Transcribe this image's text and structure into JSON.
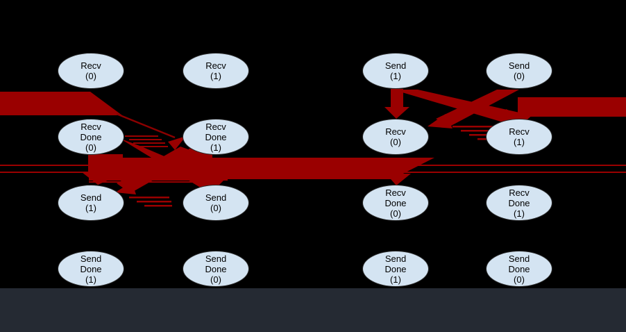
{
  "diagram": {
    "type": "send-recv dependency graph, 4 columns x 4 rows of ellipse nodes with red dependency edges",
    "colors": {
      "canvas": "#000000",
      "footer": "#252a33",
      "edge": "#9a0000",
      "edge_thin": "#8b0000",
      "node_fill": "#d4e4f2",
      "node_border": "#2a2a2a",
      "node_text": "#000000"
    }
  },
  "nodes": [
    {
      "id": "col1-row1",
      "lines": [
        "Recv",
        "(0)"
      ]
    },
    {
      "id": "col2-row1",
      "lines": [
        "Recv",
        "(1)"
      ]
    },
    {
      "id": "col3-row1",
      "lines": [
        "Send",
        "(1)"
      ]
    },
    {
      "id": "col4-row1",
      "lines": [
        "Send",
        "(0)"
      ]
    },
    {
      "id": "col1-row2",
      "lines": [
        "Recv",
        "Done",
        "(0)"
      ]
    },
    {
      "id": "col2-row2",
      "lines": [
        "Recv",
        "Done",
        "(1)"
      ]
    },
    {
      "id": "col3-row2",
      "lines": [
        "Recv",
        "(0)"
      ]
    },
    {
      "id": "col4-row2",
      "lines": [
        "Recv",
        "(1)"
      ]
    },
    {
      "id": "col1-row3",
      "lines": [
        "Send",
        "(1)"
      ]
    },
    {
      "id": "col2-row3",
      "lines": [
        "Send",
        "(0)"
      ]
    },
    {
      "id": "col3-row3",
      "lines": [
        "Recv",
        "Done",
        "(0)"
      ]
    },
    {
      "id": "col4-row3",
      "lines": [
        "Recv",
        "Done",
        "(1)"
      ]
    },
    {
      "id": "col1-row4",
      "lines": [
        "Send",
        "Done",
        "(1)"
      ]
    },
    {
      "id": "col2-row4",
      "lines": [
        "Send",
        "Done",
        "(0)"
      ]
    },
    {
      "id": "col3-row4",
      "lines": [
        "Send",
        "Done",
        "(1)"
      ]
    },
    {
      "id": "col4-row4",
      "lines": [
        "Send",
        "Done",
        "(0)"
      ]
    }
  ],
  "edges": [
    "thick band from left screen edge toward Recv Done row (col1)",
    "thin diagonal with arrow into Recv Done (1) col2",
    "drop arrow from Recv Done (0) col1 onto Send (1) col1",
    "diagonal Recv Done (0) col1 to Send (0) col2",
    "diagonal Recv Done (1) col2 to Send (1) col1",
    "vertical drop Recv Done (1) col2 onto Send (0) col2",
    "long thick band across middle ending with arrow on Recv Done (0) col3",
    "two thin red lines spanning the full image width",
    "drop arrow from Send (1) col3 onto Recv (0) col3",
    "diagonal Send (1) col3 to Recv (1) col4",
    "diagonal Send (0) col4 to Recv (0) col3",
    "thick band from right screen edge with arrow onto Recv (1) col4"
  ]
}
